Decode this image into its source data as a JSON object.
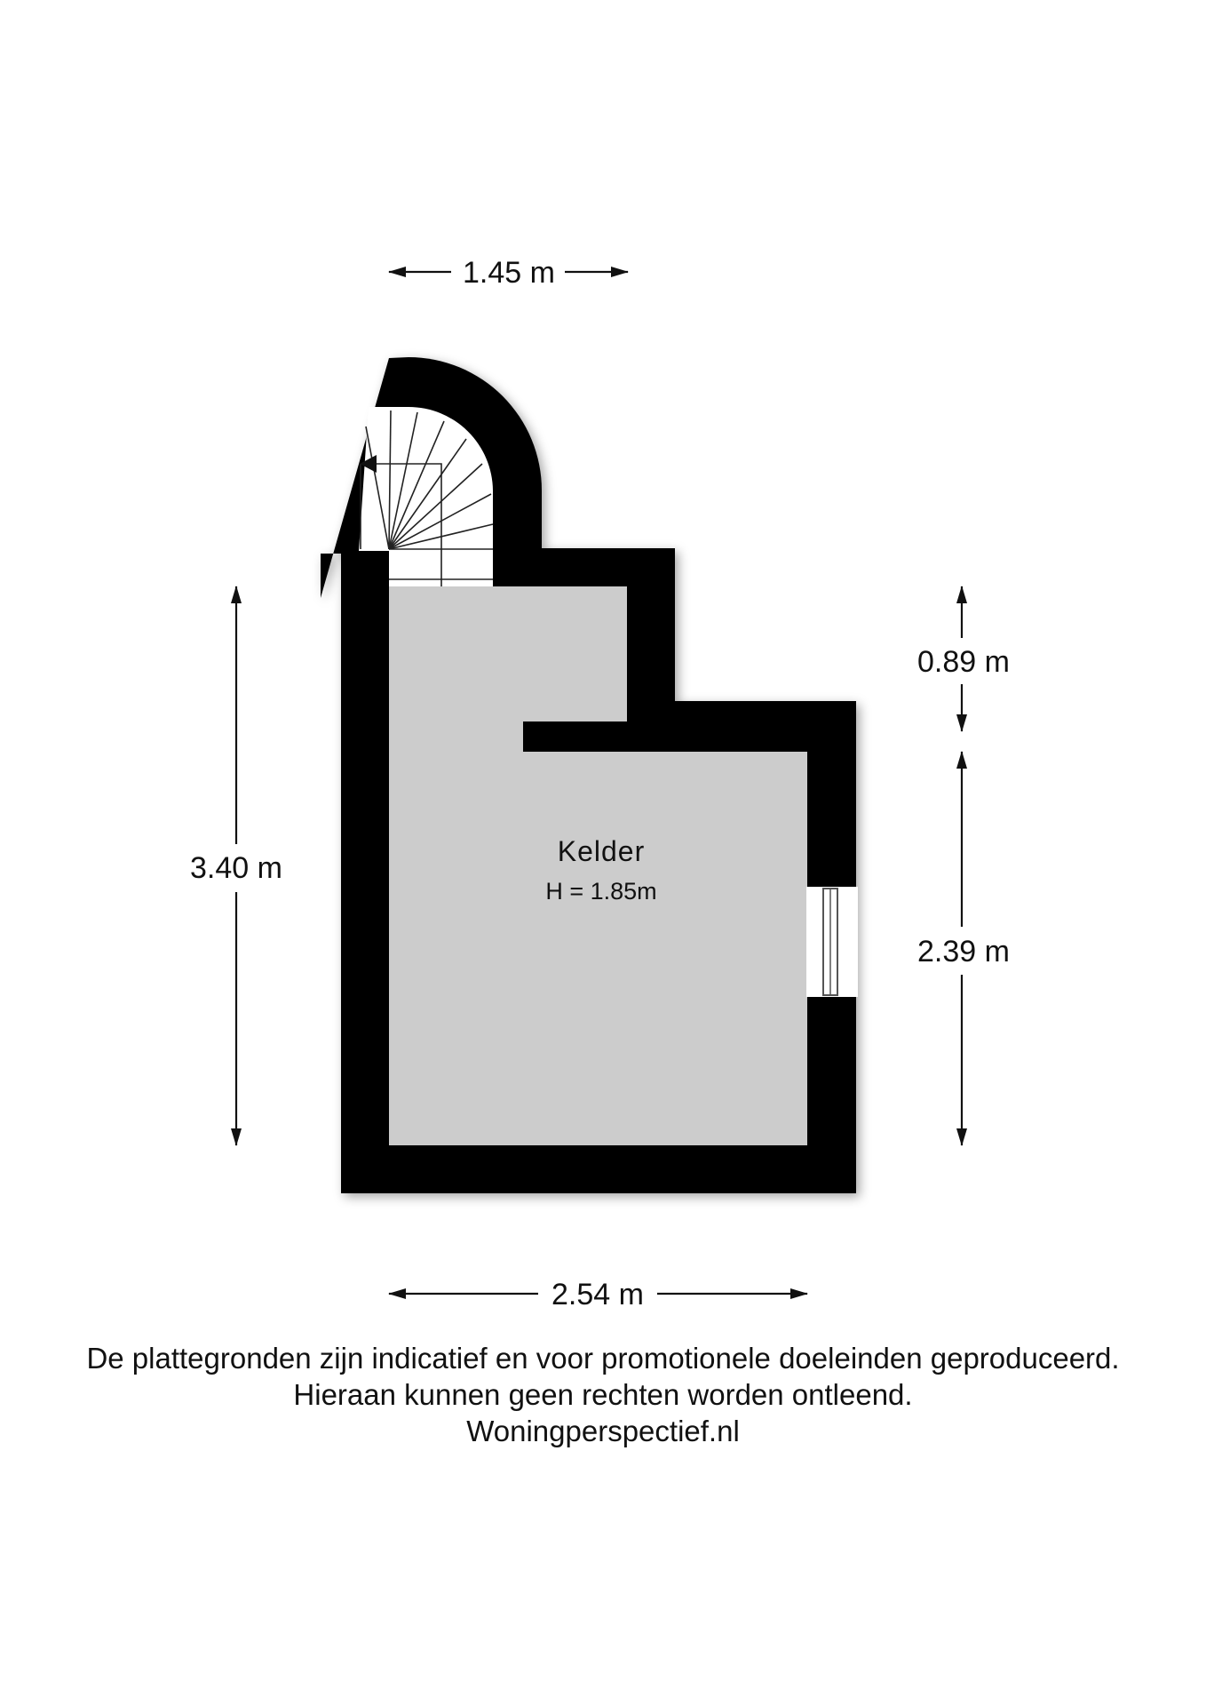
{
  "dimensions": {
    "top": "1.45 m",
    "left": "3.40 m",
    "right_upper": "0.89 m",
    "right_lower": "2.39 m",
    "bottom": "2.54 m"
  },
  "room": {
    "name": "Kelder",
    "height": "H = 1.85m"
  },
  "disclaimer": {
    "line1": "De plattegronden zijn indicatief en voor promotionele doeleinden geproduceerd.",
    "line2": "Hieraan kunnen geen rechten worden ontleend.",
    "line3": "Woningperspectief.nl"
  },
  "colors": {
    "wall": "#000000",
    "floor": "#cccccc",
    "background": "#ffffff"
  }
}
